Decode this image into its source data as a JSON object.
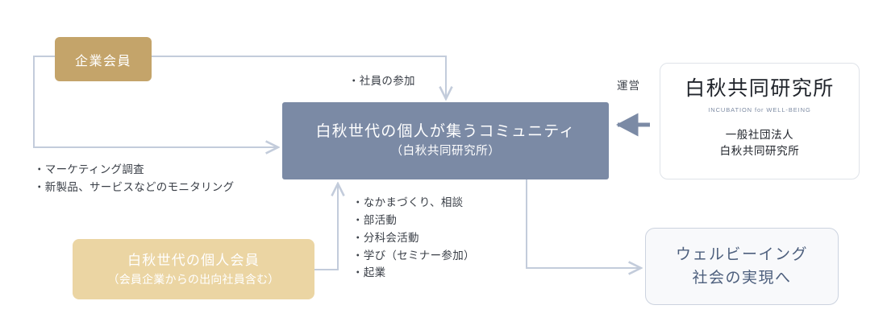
{
  "diagram": {
    "title_alt": "白秋共同研究所 コミュニティ関係図",
    "colors": {
      "corporate_fill": "#c4a46a",
      "community_fill": "#7b8aa5",
      "individual_fill": "#ebd5a3",
      "wellbeing_fill": "#f8f9fb",
      "wellbeing_border": "#ccd3df",
      "wellbeing_text": "#4d5f7d",
      "connector": "#c3ccdb",
      "connector_dark": "#7b8aa5",
      "body_text": "#3a3f47",
      "logo_sub": "#7d8ba3"
    }
  },
  "nodes": {
    "corporate_member": {
      "label": "企業会員"
    },
    "community": {
      "line1": "白秋世代の個人が集うコミュニティ",
      "line2": "（白秋共同研究所）"
    },
    "individual_member": {
      "line1": "白秋世代の個人会員",
      "line2": "（会員企業からの出向社員含む）"
    },
    "wellbeing": {
      "line1": "ウェルビーイング",
      "line2": "社会の実現へ"
    },
    "institute": {
      "logo_main": "白秋共同研究所",
      "logo_sub": "INCUBATION  for  WELL-BEING",
      "corp_line1": "一般社団法人",
      "corp_line2": "白秋共同研究所"
    }
  },
  "captions": {
    "employee_participation": "・社員の参加",
    "marketing": "・マーケティング調査\n・新製品、サービスなどのモニタリング",
    "activities": "・なかまづくり、相談\n・部活動\n・分科会活動\n・学び（セミナー参加）\n・起業",
    "operation": "運営"
  }
}
